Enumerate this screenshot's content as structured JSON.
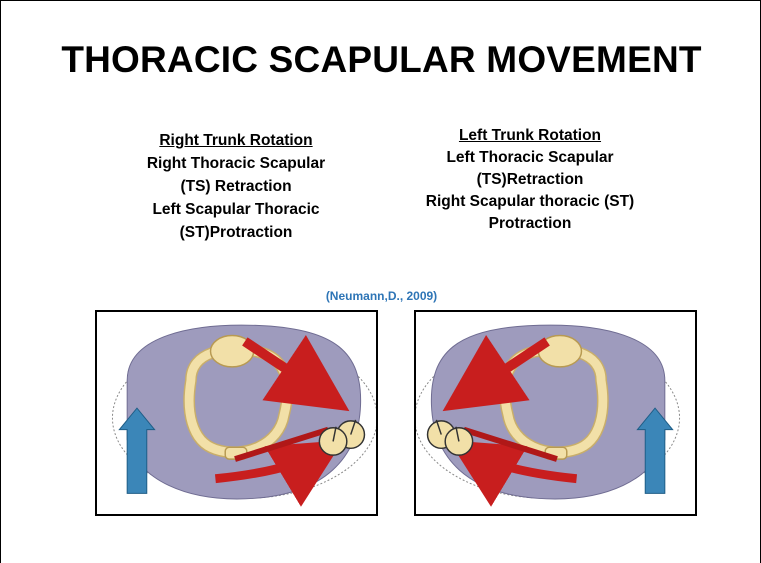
{
  "slide": {
    "title": "THORACIC SCAPULAR MOVEMENT",
    "left_column": {
      "header": "Right Trunk Rotation",
      "line1": "Right Thoracic Scapular",
      "line2": "(TS) Retraction",
      "line3": "Left Scapular Thoracic",
      "line4": "(ST)Protraction"
    },
    "right_column": {
      "header": "Left Trunk Rotation",
      "line1": "Left Thoracic Scapular",
      "line2": "(TS)Retraction",
      "line3": "Right Scapular thoracic (ST)",
      "line4": "Protraction"
    },
    "citation": "(Neumann,D., 2009)"
  },
  "colors": {
    "citation": "#2e75b6",
    "torso_fill": "#9e9bbd",
    "bone_fill": "#f2e0a8",
    "muscle_red": "#c81e1e",
    "rotation_arrow": "#3b86b8"
  },
  "figures": {
    "left_icon": "right-trunk-rotation-diagram-icon",
    "right_icon": "left-trunk-rotation-diagram-icon"
  }
}
